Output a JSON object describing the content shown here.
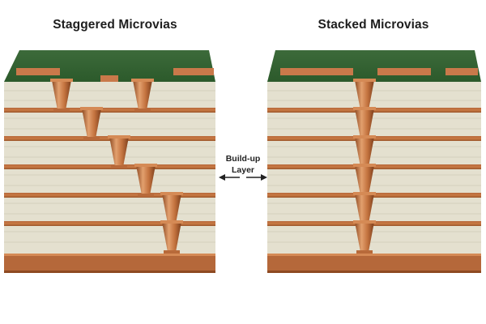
{
  "left_title": "Staggered Microvias",
  "right_title": "Stacked Microvias",
  "center_label_line1": "Build-up",
  "center_label_line2": "Layer",
  "colors": {
    "solder_mask": "#3d6b3a",
    "solder_mask_side": "#2f5a2d",
    "dielectric": "#e4e0cf",
    "dielectric_shade": "#d3cfbd",
    "copper": "#c4733f",
    "copper_dark": "#8e4a22",
    "copper_light": "#e2a06e"
  },
  "icons": {
    "arrow_left": "arrow-left-icon",
    "arrow_right": "arrow-right-icon"
  }
}
